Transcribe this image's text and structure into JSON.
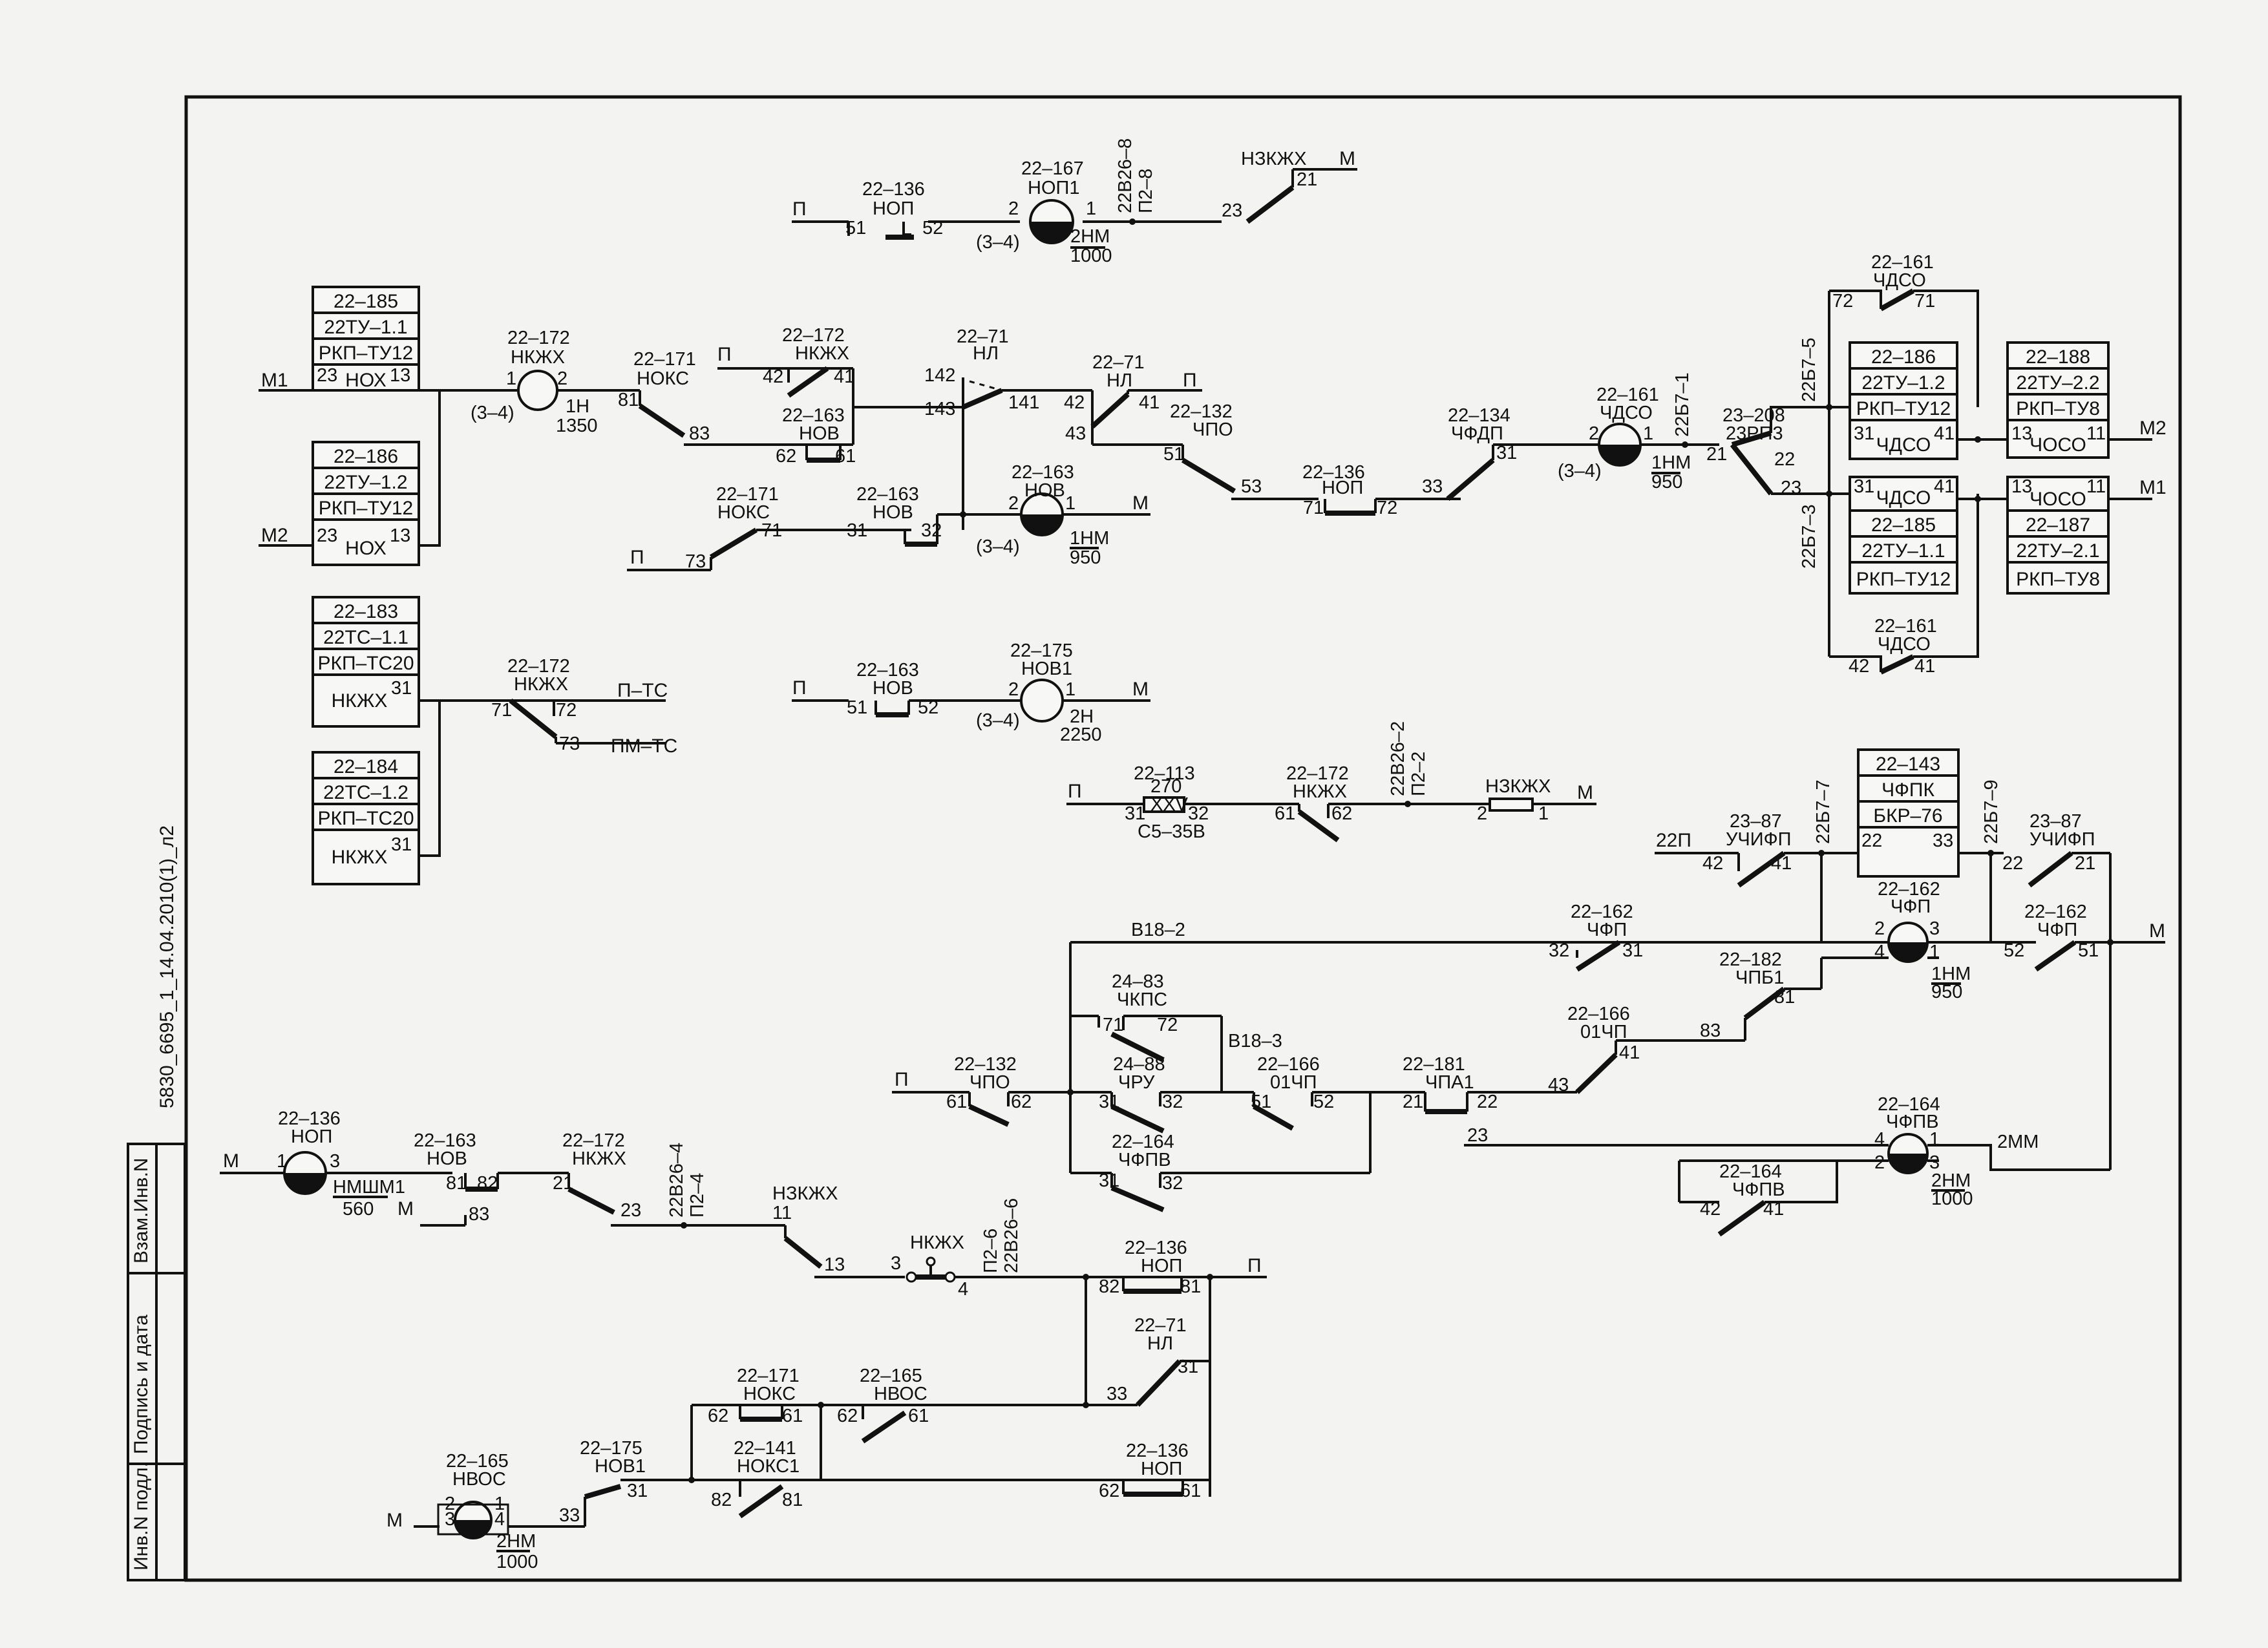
{
  "stamp": {
    "side_labels": [
      "Инв.N подл.",
      "Подпись и дата",
      "Взам.Инв.N"
    ],
    "file_name": "5830_6695_1_14.04.2010(1)_л2"
  },
  "rails": {
    "p": "П",
    "m": "М",
    "m1": "М1",
    "m2": "М2",
    "p22": "22П",
    "p_ts": "П–ТС",
    "pm_ts": "ПМ–ТС",
    "mm2": "2ММ"
  },
  "paren34": "(3–4)",
  "nums": {
    "n1": "1",
    "n2": "2",
    "n3": "3",
    "n4": "4",
    "n11": "11",
    "n13": "13",
    "n21": "21",
    "n22": "22",
    "n23": "23",
    "n31": "31",
    "n32": "32",
    "n33": "33",
    "n41": "41",
    "n42": "42",
    "n43": "43",
    "n51": "51",
    "n52": "52",
    "n53": "53",
    "n61": "61",
    "n62": "62",
    "n71": "71",
    "n72": "72",
    "n73": "73",
    "n81": "81",
    "n82": "82",
    "n83": "83",
    "n141": "141",
    "n142": "142",
    "n143": "143"
  },
  "labels": {
    "r22_71": "22–71",
    "nl": "НЛ",
    "r22_113": "22–113",
    "r22_132": "22–132",
    "chpo": "ЧПО",
    "r22_134": "22–134",
    "chfdp": "ЧФДП",
    "r22_136": "22–136",
    "nop": "НОП",
    "r22_141": "22–141",
    "noks1": "НОКС1",
    "r22_143": "22–143",
    "r22_161": "22–161",
    "chdso": "ЧДСО",
    "r22_162": "22–162",
    "chfp": "ЧФП",
    "r22_163": "22–163",
    "nov": "НОВ",
    "r22_164": "22–164",
    "chfpv": "ЧФПВ",
    "r22_165": "22–165",
    "nvos": "НВОС",
    "r22_166": "22–166",
    "chp01": "01ЧП",
    "r22_167": "22–167",
    "nop1": "НОП1",
    "r22_171": "22–171",
    "noks": "НОКС",
    "r22_172": "22–172",
    "nkzhh": "НКЖХ",
    "r22_175": "22–175",
    "nov1": "НОВ1",
    "r22_181": "22–181",
    "chpa1": "ЧПА1",
    "r22_182": "22–182",
    "chpb1": "ЧПБ1",
    "r23_87": "23–87",
    "uchifp": "УЧИФП",
    "r23_208": "23–208",
    "rp3_23": "23РП3",
    "r24_83": "24–83",
    "chkps": "ЧКПС",
    "r24_88": "24–88",
    "chru": "ЧРУ",
    "v18_2": "В18–2",
    "v18_3": "В18–3",
    "nzkzhh": "НЗКЖХ",
    "b22v26_8": "22В26–8",
    "p2_8": "П2–8",
    "b22v26_2": "22В26–2",
    "p2_2": "П2–2",
    "b22v26_4": "22В26–4",
    "p2_4": "П2–4",
    "b22v26_6": "22В26–6",
    "p2_6": "П2–6",
    "b22b7_1": "22Б7–1",
    "b22b7_3": "22Б7–3",
    "b22b7_5": "22Б7–5",
    "b22b7_7": "22Б7–7",
    "b22b7_9": "22Б7–9",
    "nox": "НОХ",
    "nmshm1": "НМШМ1",
    "res_270": "270",
    "res_xxv": "XXV",
    "res_type": "С5–35В"
  },
  "motor": {
    "nm2_1000": "2НМ",
    "v1000": "1000",
    "h1": "1Н",
    "v1350": "1350",
    "nm1": "1НМ",
    "v950": "950",
    "h2": "2Н",
    "v2250": "2250",
    "v560": "560"
  },
  "boxes": {
    "k1": [
      "22–185",
      "22ТУ–1.1",
      "РКП–ТУ12"
    ],
    "k2": [
      "22–186",
      "22ТУ–1.2",
      "РКП–ТУ12"
    ],
    "k3": [
      "22–183",
      "22ТС–1.1",
      "РКП–ТС20"
    ],
    "k4": [
      "22–184",
      "22ТС–1.2",
      "РКП–ТС20"
    ],
    "k5": [
      "22–186",
      "22ТУ–1.2",
      "РКП–ТУ12"
    ],
    "k6": [
      "22–185",
      "22ТУ–1.1",
      "РКП–ТУ12"
    ],
    "k7": [
      "22–188",
      "22ТУ–2.2",
      "РКП–ТУ8"
    ],
    "k8": [
      "22–187",
      "22ТУ–2.1",
      "РКП–ТУ8"
    ],
    "k9": [
      "22–143",
      "ЧФПК",
      "БКР–76"
    ],
    "nkzhh": "НКЖХ",
    "chdso": "ЧДСО",
    "choso": "ЧОСО"
  }
}
